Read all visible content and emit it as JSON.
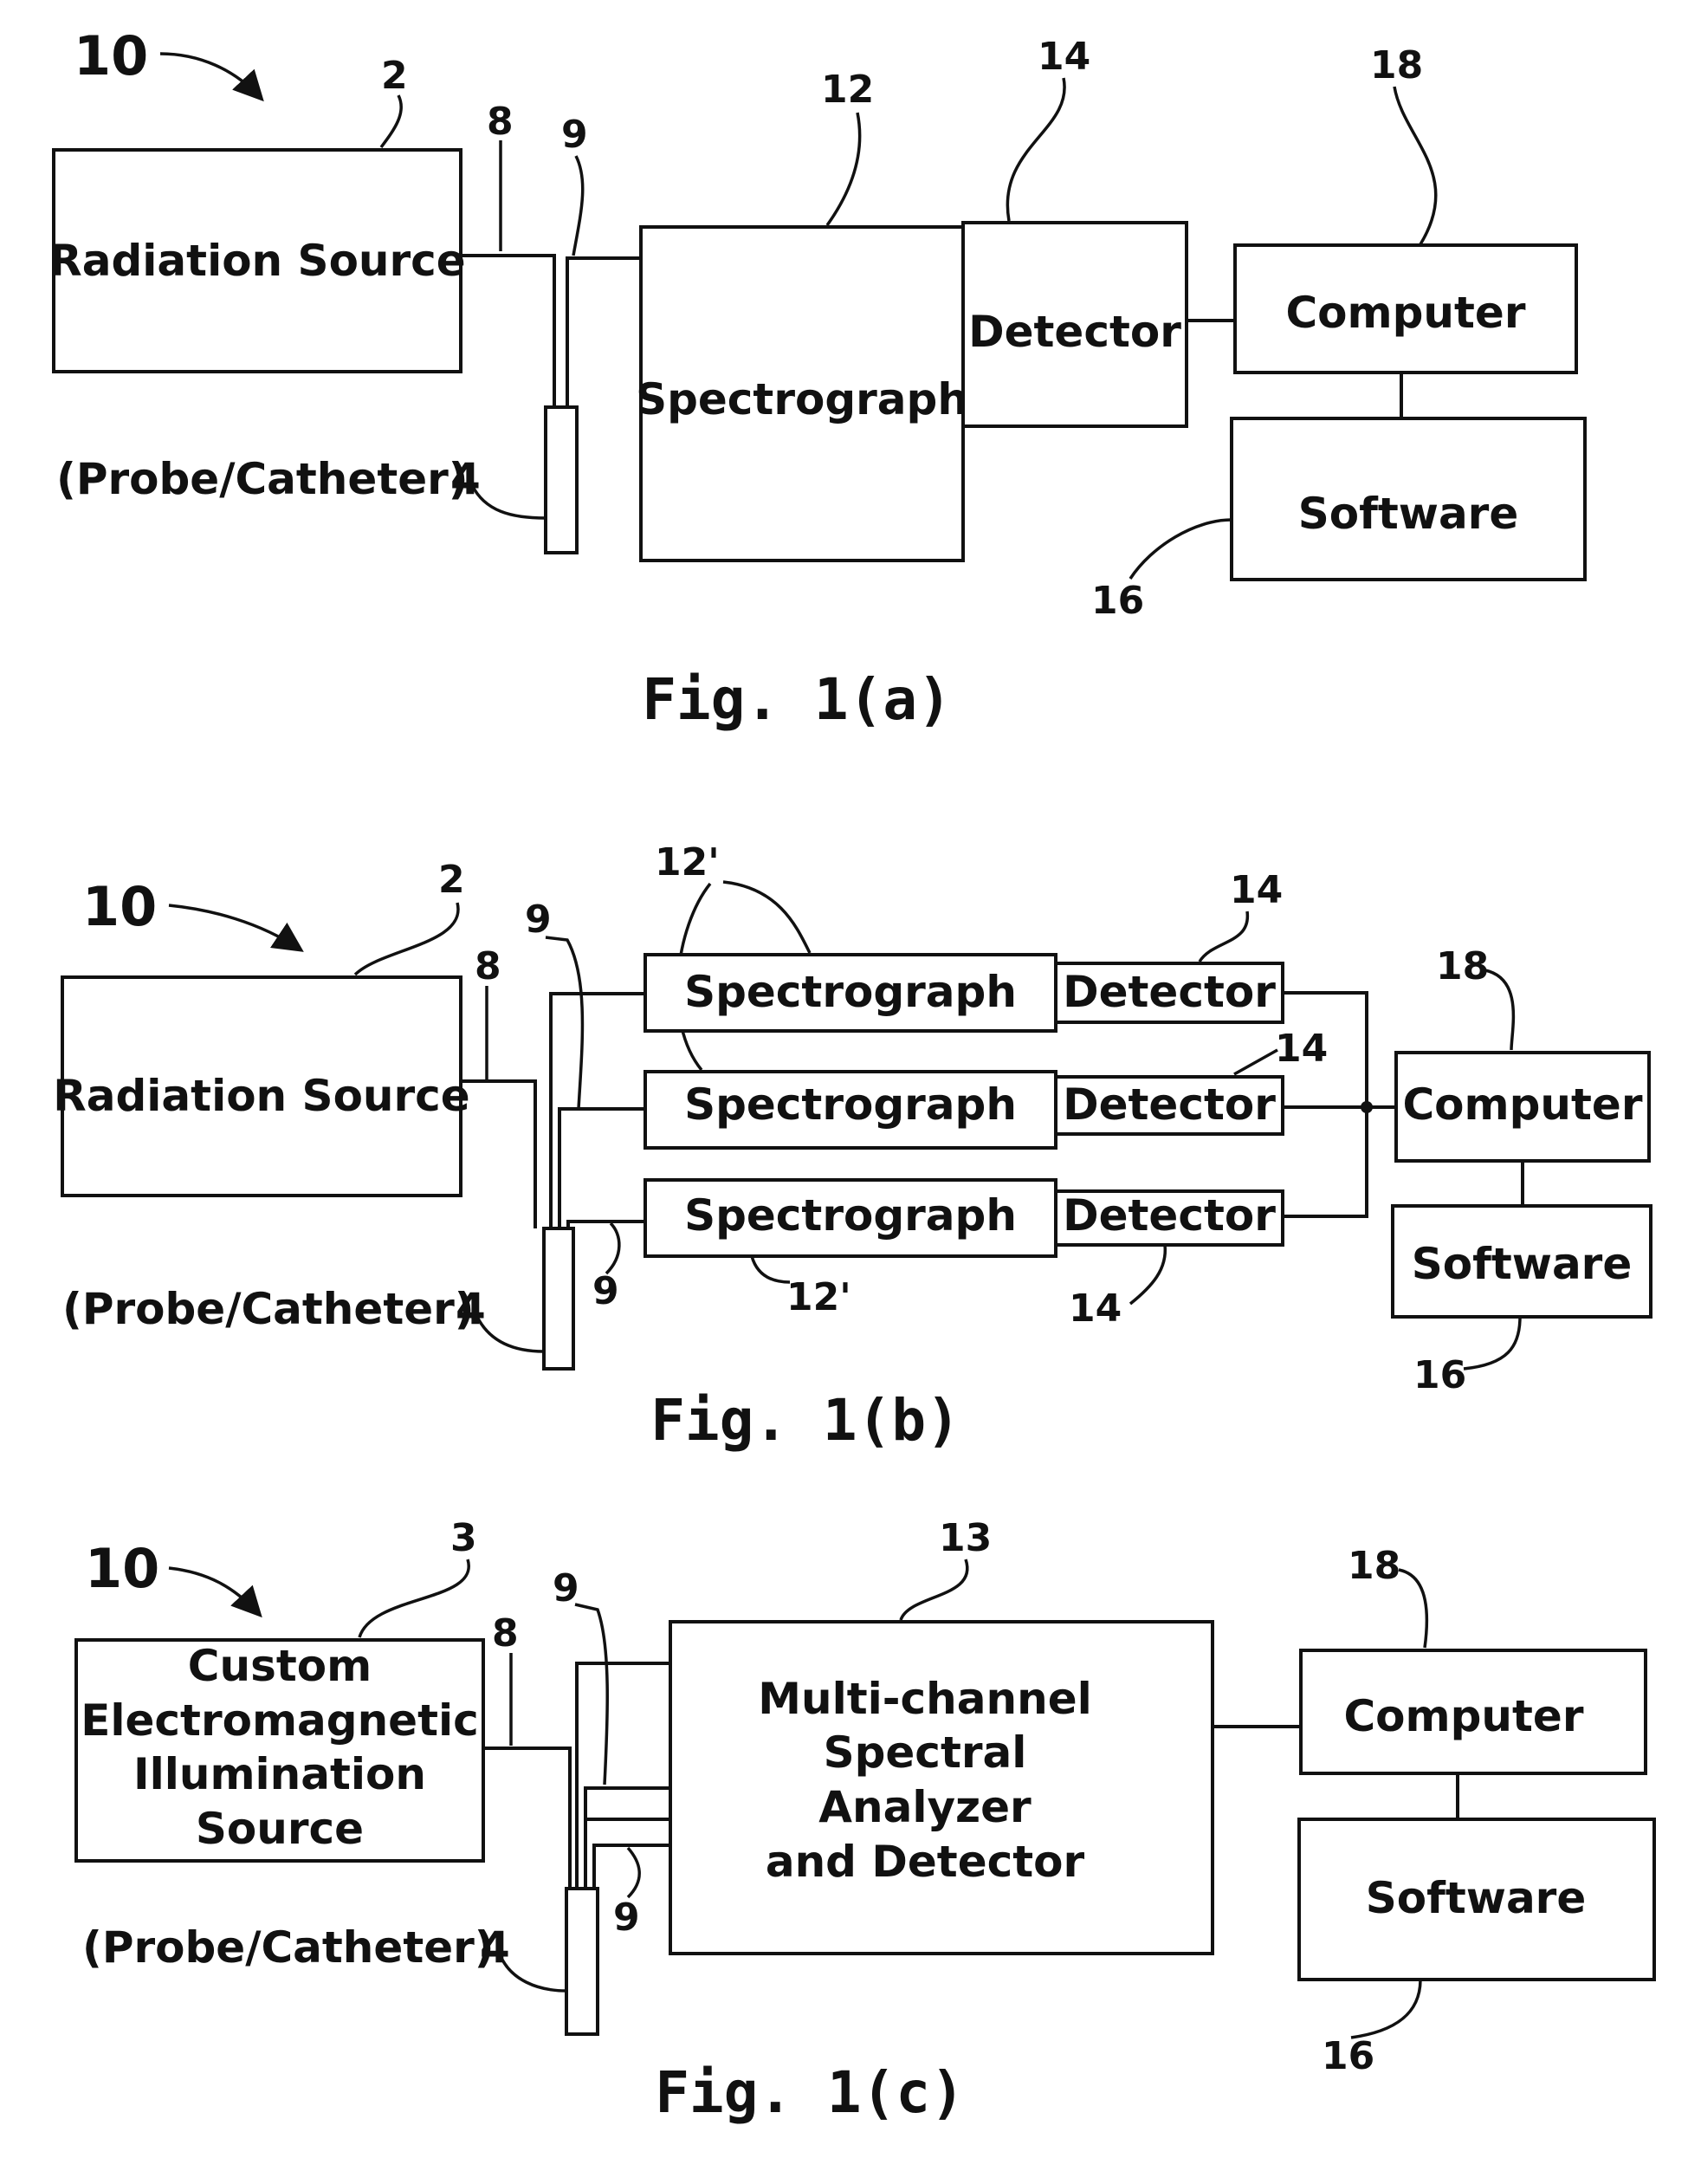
{
  "fig_a": {
    "ref_system": "10",
    "ref_source": "2",
    "source_label": "Radiation Source",
    "ref_fiber8": "8",
    "ref_fiber9": "9",
    "ref_spectrograph": "12",
    "spectrograph_label": "Spectrograph",
    "ref_detector": "14",
    "detector_label": "Detector",
    "ref_computer": "18",
    "computer_label": "Computer",
    "software_label": "Software",
    "ref_software": "16",
    "probe_label": "(Probe/Catheter)",
    "ref_probe": "4",
    "caption": "Fig. 1(a)"
  },
  "fig_b": {
    "ref_system": "10",
    "ref_source": "2",
    "source_label": "Radiation Source",
    "ref_fiber8": "8",
    "ref_fiber9_top": "9",
    "ref_fiber9_bottom": "9",
    "ref_spectrograph_top": "12'",
    "ref_spectrograph_bottom": "12'",
    "spectrograph_labels": [
      "Spectrograph",
      "Spectrograph",
      "Spectrograph"
    ],
    "detector_labels": [
      "Detector",
      "Detector",
      "Detector"
    ],
    "ref_detector_top": "14",
    "ref_detector_mid": "14",
    "ref_detector_bottom": "14",
    "ref_computer": "18",
    "computer_label": "Computer",
    "software_label": "Software",
    "ref_software": "16",
    "probe_label": "(Probe/Catheter)",
    "ref_probe": "4",
    "caption": "Fig. 1(b)"
  },
  "fig_c": {
    "ref_system": "10",
    "ref_source": "3",
    "source_lines": [
      "Custom",
      "Electromagnetic",
      "Illumination",
      "Source"
    ],
    "ref_fiber8": "8",
    "ref_fiber9_top": "9",
    "ref_fiber9_bottom": "9",
    "ref_analyzer": "13",
    "analyzer_lines": [
      "Multi-channel",
      "Spectral",
      "Analyzer",
      "and Detector"
    ],
    "ref_computer": "18",
    "computer_label": "Computer",
    "software_label": "Software",
    "ref_software": "16",
    "probe_label": "(Probe/Catheter)",
    "ref_probe": "4",
    "caption": "Fig. 1(c)"
  }
}
